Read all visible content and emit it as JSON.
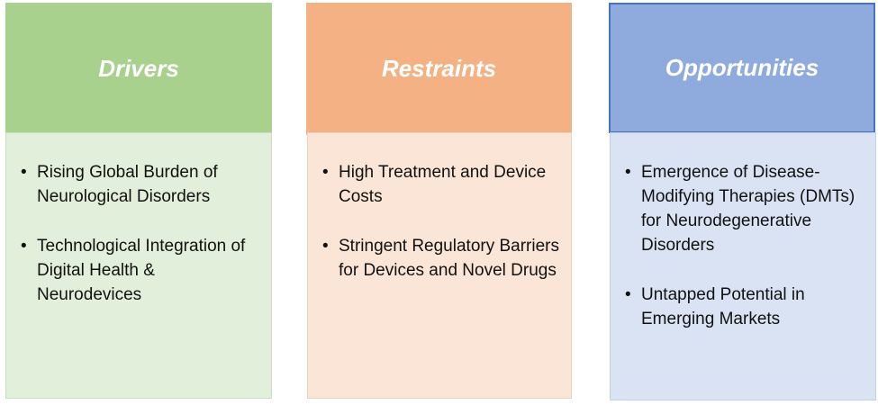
{
  "columns": [
    {
      "title": "Drivers",
      "items": [
        "Rising Global Burden of Neurological Disorders",
        "Technological Integration of Digital Health & Neurodevices"
      ]
    },
    {
      "title": "Restraints",
      "items": [
        "High Treatment and Device Costs",
        "Stringent Regulatory Barriers for Devices and Novel Drugs"
      ]
    },
    {
      "title": "Opportunities",
      "items": [
        "Emergence of Disease-Modifying Therapies (DMTs) for Neurodegenerative Disorders",
        "Untapped Potential in Emerging Markets"
      ]
    }
  ],
  "colors": {
    "drivers_header": "#a9d18e",
    "drivers_body": "#e2efda",
    "restraints_header": "#f4b183",
    "restraints_body": "#fbe5d6",
    "opportunities_header": "#8faadc",
    "opportunities_body": "#dae3f3",
    "opportunities_border": "#4472c4"
  }
}
